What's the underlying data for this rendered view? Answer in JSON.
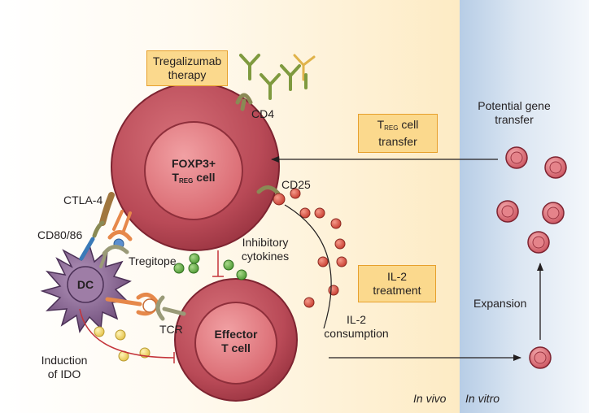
{
  "colors": {
    "cell_outer": "#b94a57",
    "cell_nucleus": "#d8676f",
    "box_fill": "#fbd98d",
    "box_border": "#e7a02c",
    "in_vitro_blue": "#b7cde6",
    "in_vivo_cream": "#fdebc4",
    "dc_purple": "#7d5a86",
    "antibody_green": "#7f9a3f",
    "cytokine_green": "#6ab04c",
    "il2_red": "#e05a4a",
    "ido_yellow": "#f3d768",
    "inhibit_red": "#c4343a"
  },
  "boxes": {
    "tregalizumab": [
      "Tregalizumab",
      "therapy"
    ],
    "treg_transfer": {
      "line1_main": "T",
      "line1_sub": "REG",
      "line1_rest": " cell",
      "line2": "transfer"
    },
    "il2_treatment": [
      "IL-2",
      "treatment"
    ]
  },
  "cells": {
    "treg": {
      "line1": "FOXP3+",
      "line2_main": "T",
      "line2_sub": "REG",
      "line2_rest": " cell"
    },
    "effector": [
      "Effector",
      "T cell"
    ],
    "dc": "DC"
  },
  "labels": {
    "cd4": "CD4",
    "cd25": "CD25",
    "ctla4": "CTLA-4",
    "cd80_86": "CD80/86",
    "tregitope": "Tregitope",
    "tcr": "TCR",
    "inhibitory_cytokines": [
      "Inhibitory",
      "cytokines"
    ],
    "il2_consumption": [
      "IL-2",
      "consumption"
    ],
    "induction_ido": [
      "Induction",
      "of IDO"
    ],
    "potential_gene_transfer": [
      "Potential gene",
      "transfer"
    ],
    "expansion": "Expansion",
    "in_vivo": "In vivo",
    "in_vitro": "In vitro"
  }
}
